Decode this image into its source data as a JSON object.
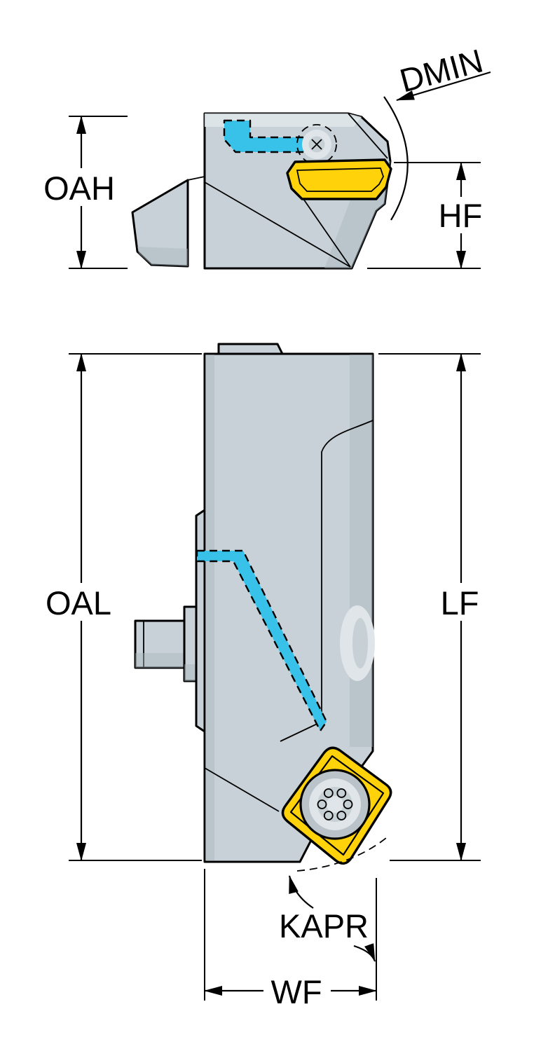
{
  "labels": {
    "dmin": "DMIN",
    "oah": "OAH",
    "hf": "HF",
    "oal": "OAL",
    "lf": "LF",
    "kapr": "KAPR",
    "wf": "WF"
  },
  "colors": {
    "background": "#ffffff",
    "outline": "#000000",
    "tool-body": "#c8d1d7",
    "tool-body-light": "#dfe5e9",
    "tool-body-dark": "#a9b5bd",
    "insert-yellow": "#ffd20a",
    "coolant-cyan": "#38c2ea",
    "screw-metal": "#b9c3c9"
  }
}
